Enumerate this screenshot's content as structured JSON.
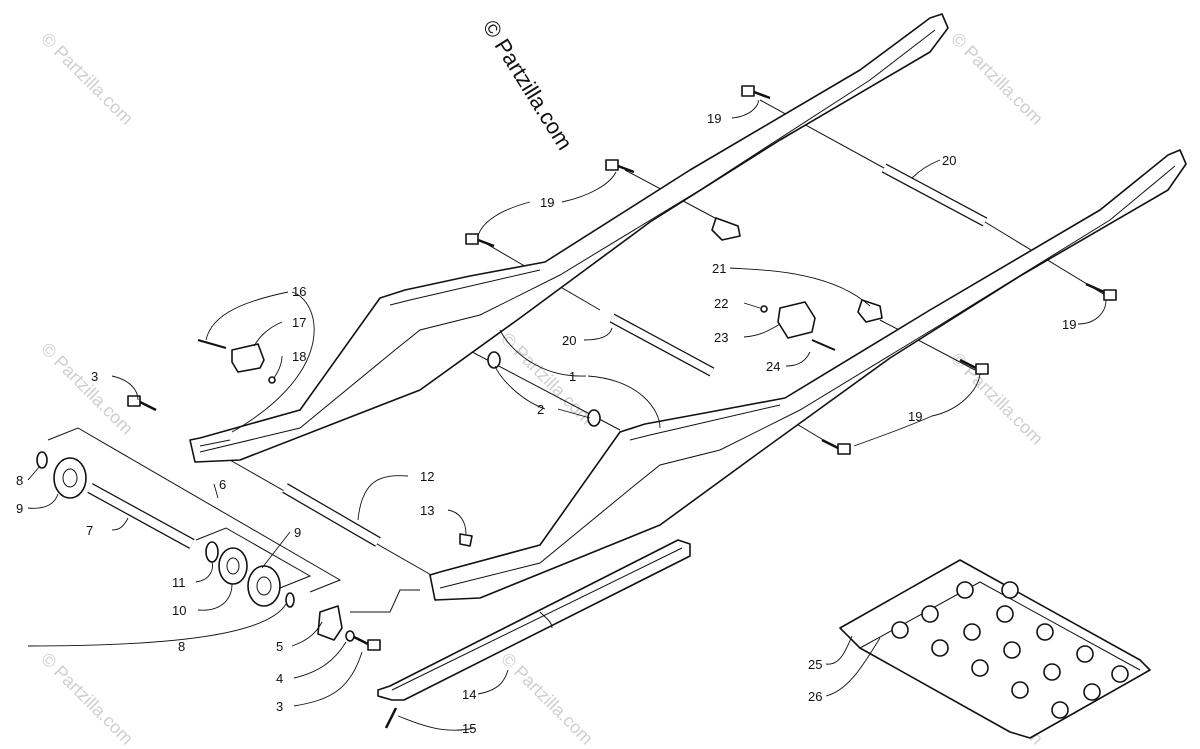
{
  "copyright": "© Partzilla.com",
  "watermark": "© Partzilla.com",
  "colors": {
    "line": "#111111",
    "background": "#ffffff",
    "watermark": "#cfcfcf"
  },
  "callouts": [
    {
      "num": "1"
    },
    {
      "num": "2"
    },
    {
      "num": "3"
    },
    {
      "num": "3"
    },
    {
      "num": "4"
    },
    {
      "num": "5"
    },
    {
      "num": "6"
    },
    {
      "num": "7"
    },
    {
      "num": "8"
    },
    {
      "num": "8"
    },
    {
      "num": "9"
    },
    {
      "num": "9"
    },
    {
      "num": "10"
    },
    {
      "num": "11"
    },
    {
      "num": "12"
    },
    {
      "num": "13"
    },
    {
      "num": "14"
    },
    {
      "num": "15"
    },
    {
      "num": "16"
    },
    {
      "num": "17"
    },
    {
      "num": "18"
    },
    {
      "num": "19"
    },
    {
      "num": "19"
    },
    {
      "num": "19"
    },
    {
      "num": "19"
    },
    {
      "num": "20"
    },
    {
      "num": "20"
    },
    {
      "num": "21"
    },
    {
      "num": "22"
    },
    {
      "num": "23"
    },
    {
      "num": "24"
    },
    {
      "num": "25"
    },
    {
      "num": "26"
    }
  ]
}
